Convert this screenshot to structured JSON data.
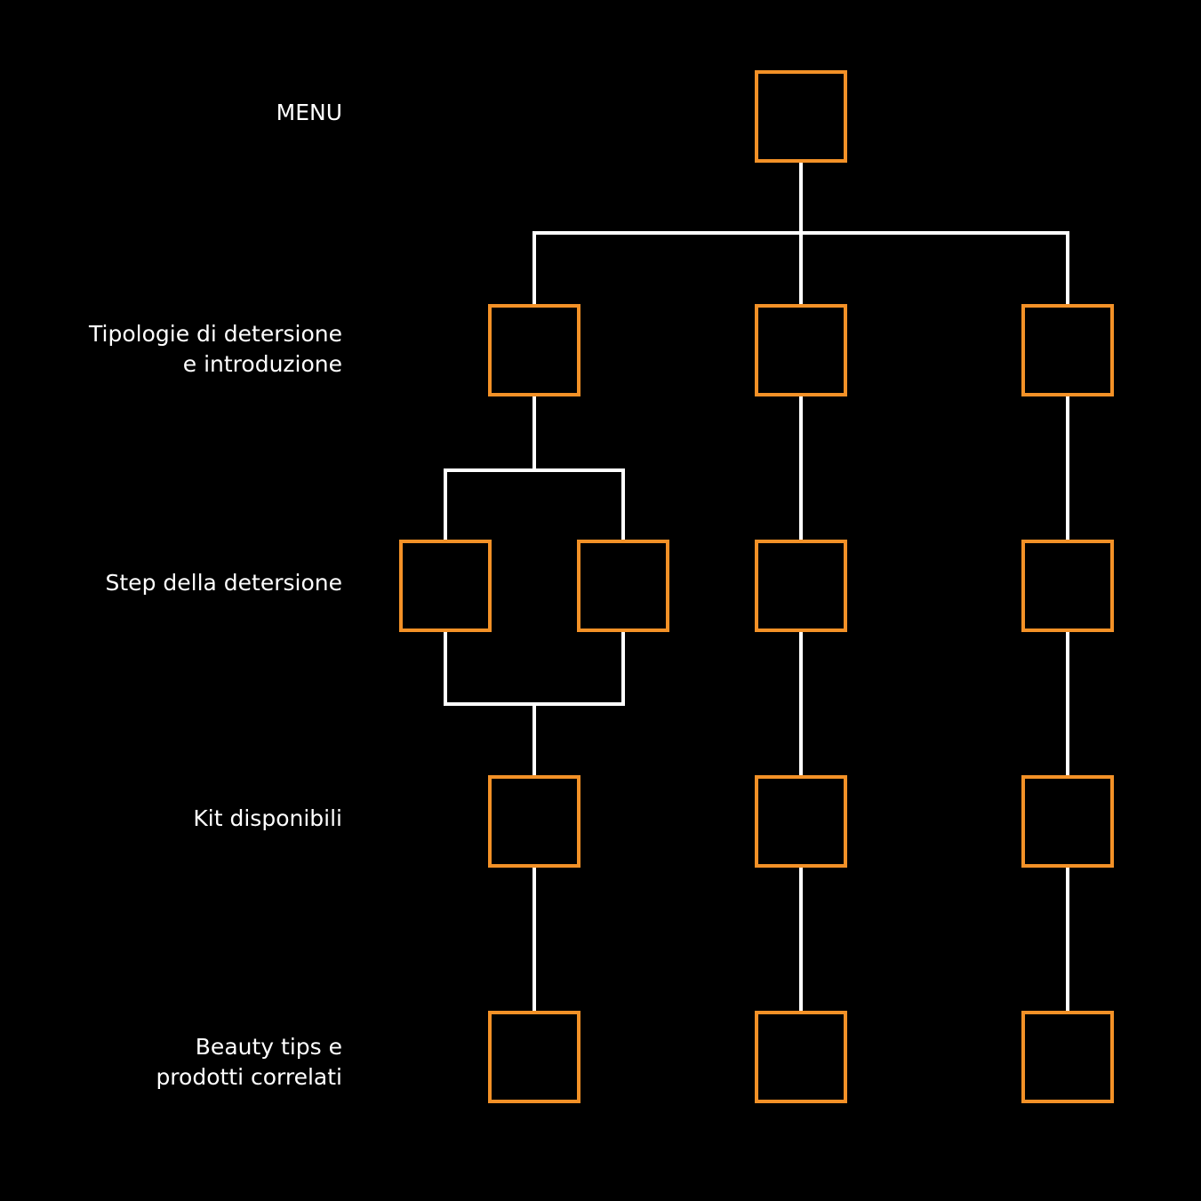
{
  "colors": {
    "background": "#000000",
    "node_stroke": "#f39127",
    "connector": "#ffffff",
    "label_text": "#ffffff"
  },
  "levels": [
    {
      "id": "menu",
      "lines": [
        "MENU"
      ]
    },
    {
      "id": "tipologie",
      "lines": [
        "Tipologie di detersione",
        "e introduzione"
      ]
    },
    {
      "id": "step",
      "lines": [
        "Step della detersione"
      ]
    },
    {
      "id": "kit",
      "lines": [
        "Kit disponibili"
      ]
    },
    {
      "id": "beauty",
      "lines": [
        "Beauty tips e",
        "prodotti correlati"
      ]
    }
  ],
  "tree": {
    "root": "menu",
    "nodes": [
      {
        "id": "menu",
        "level": "menu"
      },
      {
        "id": "a1",
        "level": "tipologie"
      },
      {
        "id": "b1",
        "level": "tipologie"
      },
      {
        "id": "c1",
        "level": "tipologie"
      },
      {
        "id": "a2-left",
        "level": "step"
      },
      {
        "id": "a2-right",
        "level": "step"
      },
      {
        "id": "b2",
        "level": "step"
      },
      {
        "id": "c2",
        "level": "step"
      },
      {
        "id": "a3",
        "level": "kit"
      },
      {
        "id": "b3",
        "level": "kit"
      },
      {
        "id": "c3",
        "level": "kit"
      },
      {
        "id": "a4",
        "level": "beauty"
      },
      {
        "id": "b4",
        "level": "beauty"
      },
      {
        "id": "c4",
        "level": "beauty"
      }
    ],
    "edges": [
      [
        "menu",
        "a1"
      ],
      [
        "menu",
        "b1"
      ],
      [
        "menu",
        "c1"
      ],
      [
        "a1",
        "a2-left"
      ],
      [
        "a1",
        "a2-right"
      ],
      [
        "a2-left",
        "a3"
      ],
      [
        "a2-right",
        "a3"
      ],
      [
        "b1",
        "b2"
      ],
      [
        "c1",
        "c2"
      ],
      [
        "b2",
        "b3"
      ],
      [
        "c2",
        "c3"
      ],
      [
        "a3",
        "a4"
      ],
      [
        "b3",
        "b4"
      ],
      [
        "c3",
        "c4"
      ]
    ]
  }
}
